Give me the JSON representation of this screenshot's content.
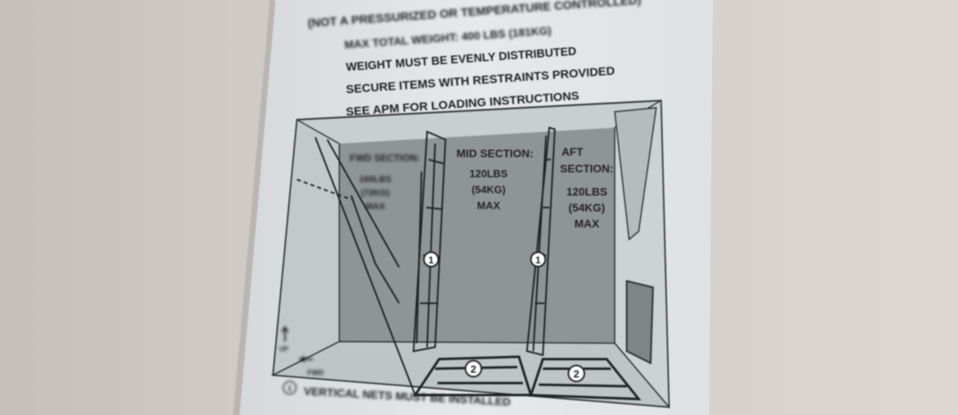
{
  "placard": {
    "header_cut": "(NOT A PRESSURIZED OR TEMPERATURE CONTROLLED)",
    "lines": [
      "MAX TOTAL WEIGHT: 400 LBS (181KG)",
      "WEIGHT MUST BE EVENLY DISTRIBUTED",
      "SECURE ITEMS WITH RESTRAINTS PROVIDED",
      "SEE APM FOR LOADING INSTRUCTIONS"
    ],
    "sections": {
      "fwd": {
        "title": "FWD SECTION:",
        "lbs": "160LBS",
        "kg": "(72KG)",
        "max": "MAX"
      },
      "mid": {
        "title": "MID SECTION:",
        "lbs": "120LBS",
        "kg": "(54KG)",
        "max": "MAX"
      },
      "aft": {
        "title1": "AFT",
        "title2": "SECTION:",
        "lbs": "120LBS",
        "kg": "(54KG)",
        "max": "MAX"
      }
    },
    "markers": {
      "vertical_net": "1",
      "floor_net": "2"
    },
    "orientation": {
      "up": "UP",
      "fwd": "FWD"
    },
    "footnote": {
      "marker": "1",
      "text": "VERTICAL NETS MUST BE INSTALLED"
    }
  },
  "colors": {
    "placard": "#e4e8ea",
    "panel_dark": "#8d9191",
    "panel_light": "#c5cacb",
    "ink": "#1e2222"
  }
}
